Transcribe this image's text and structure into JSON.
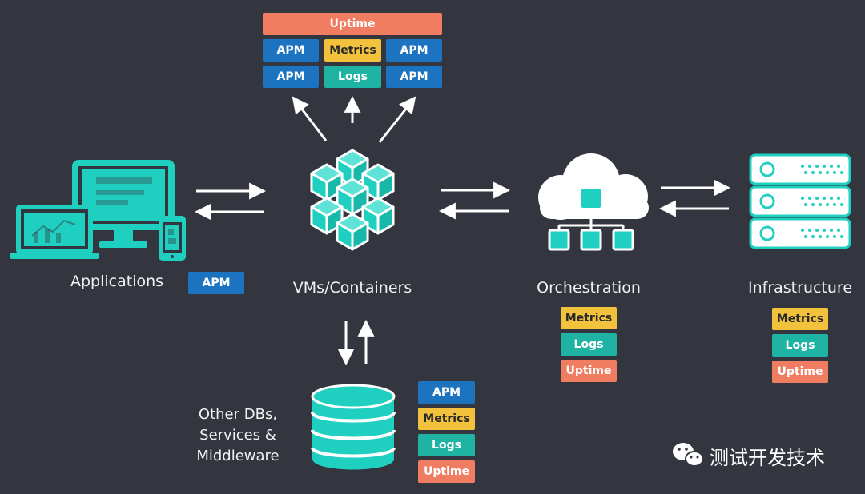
{
  "colors": {
    "background": "#34363f",
    "icon": "#1fd0c0",
    "apm": "#1c73bf",
    "metrics": "#f3c23c",
    "logs": "#1fb3a3",
    "uptime": "#f07d62"
  },
  "top_group": {
    "row1": [
      "Uptime"
    ],
    "row2": [
      "APM",
      "Metrics",
      "APM"
    ],
    "row3": [
      "APM",
      "Logs",
      "APM"
    ]
  },
  "nodes": {
    "applications": {
      "label": "Applications",
      "icon": "devices-icon",
      "tags": [
        "APM"
      ]
    },
    "containers": {
      "label": "VMs/Containers",
      "icon": "cubes-icon"
    },
    "orchestration": {
      "label": "Orchestration",
      "icon": "cloud-network-icon",
      "tags": [
        "Metrics",
        "Logs",
        "Uptime"
      ]
    },
    "infrastructure": {
      "label": "Infrastructure",
      "icon": "server-rack-icon",
      "tags": [
        "Metrics",
        "Logs",
        "Uptime"
      ]
    },
    "databases": {
      "label": "Other DBs,\nServices &\nMiddleware",
      "icon": "database-icon",
      "tags": [
        "APM",
        "Metrics",
        "Logs",
        "Uptime"
      ]
    }
  },
  "watermark": {
    "text": "测试开发技术",
    "icon": "wechat-icon"
  }
}
